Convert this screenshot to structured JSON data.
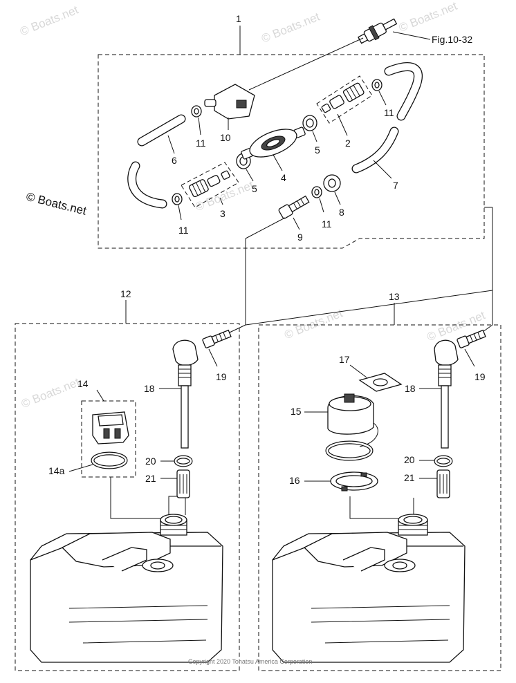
{
  "diagram": {
    "figure_ref": "Fig.10-32",
    "brand_text": "© Boats.net",
    "watermark_text": "© Boats.net",
    "copyright": "Copyright 2020 Tohatsu America Corporation",
    "callouts": {
      "c1": "1",
      "c2": "2",
      "c3": "3",
      "c4": "4",
      "c5a": "5",
      "c5b": "5",
      "c6": "6",
      "c7": "7",
      "c8": "8",
      "c9": "9",
      "c10": "10",
      "c11a": "11",
      "c11b": "11",
      "c11c": "11",
      "c11d": "11",
      "c12": "12",
      "c13": "13",
      "c14": "14",
      "c14a": "14a",
      "c15": "15",
      "c16": "16",
      "c17": "17",
      "c18a": "18",
      "c18b": "18",
      "c19a": "19",
      "c19b": "19",
      "c20a": "20",
      "c20b": "20",
      "c21a": "21",
      "c21b": "21"
    }
  }
}
